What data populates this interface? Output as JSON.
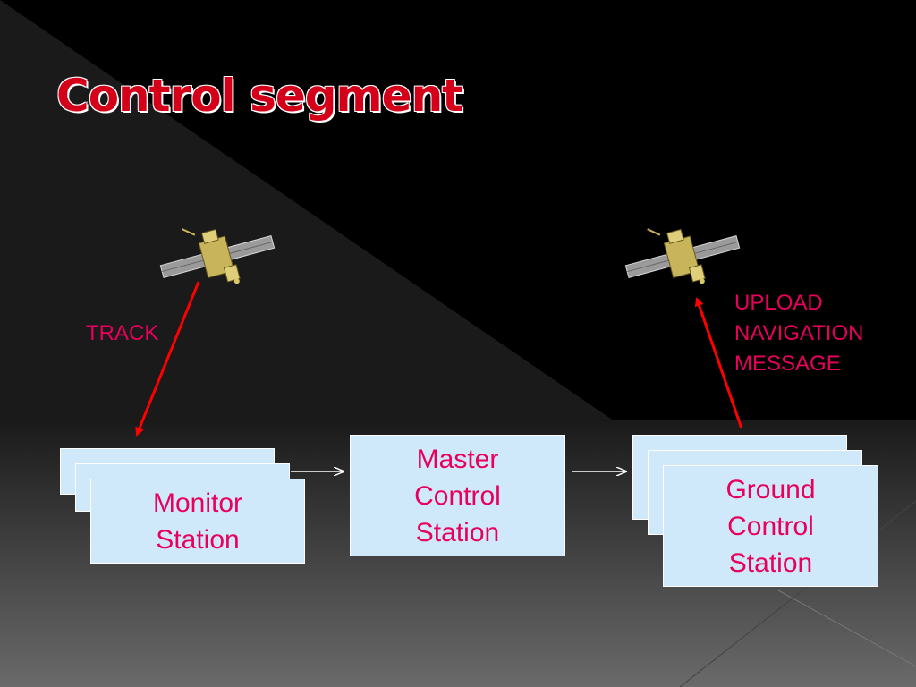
{
  "slide": {
    "title": "Control segment"
  },
  "labels": {
    "track": "TRACK",
    "upload": [
      "UPLOAD",
      "NAVIGATION",
      "MESSAGE"
    ]
  },
  "nodes": {
    "monitor": [
      "Monitor",
      "Station"
    ],
    "master": [
      "Master",
      "Control",
      "Station"
    ],
    "ground": [
      "Ground",
      "Control",
      "Station"
    ]
  },
  "colors": {
    "title": "#d4001a",
    "label": "#e8005c",
    "box_fill": "#cfe9fb",
    "arrow": "#ff0000"
  }
}
